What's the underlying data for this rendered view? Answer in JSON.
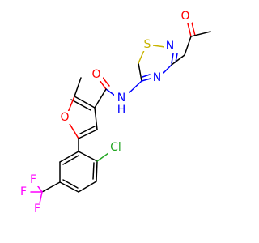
{
  "molecule": {
    "atom_labels": {
      "sulfur": "S",
      "thiadiazole_n_top": "N",
      "thiadiazole_n_right": "N",
      "amide_nh": "N",
      "amide_h": "H",
      "ketone_o": "O",
      "amide_o": "O",
      "furan_o": "O",
      "chlorine": "Cl",
      "f_top": "F",
      "f_left": "F",
      "f_bottom": "F"
    },
    "colors": {
      "sulfur": "#c8b400",
      "nitrogen": "#0000ff",
      "oxygen": "#ff0000",
      "chlorine": "#23a723",
      "fluorine": "#ff00ff",
      "bond": "#000000"
    }
  }
}
